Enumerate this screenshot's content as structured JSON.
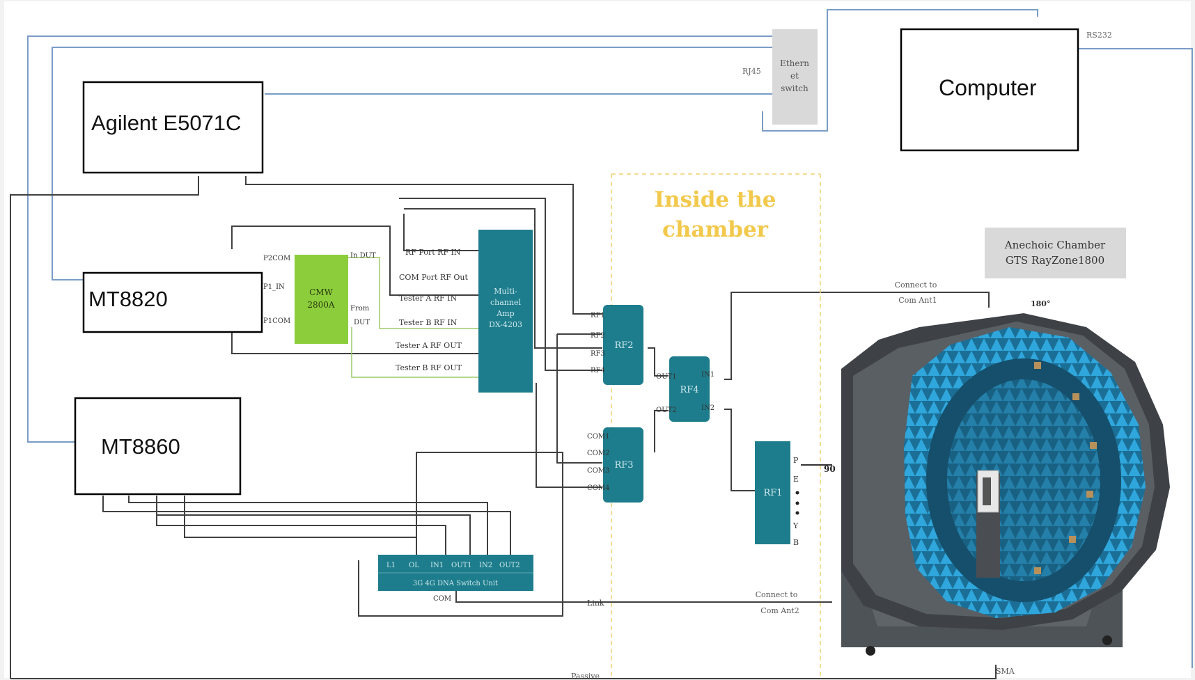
{
  "devices": {
    "agilent": "Agilent E5071C",
    "computer": "Computer",
    "mt8820": "MT8820",
    "mt8860": "MT8860"
  },
  "ethernet_switch": {
    "line1": "Ethern",
    "line2": "et",
    "line3": "switch"
  },
  "port_labels": {
    "rj45": "RJ45",
    "rs232": "RS232",
    "sma": "SMA",
    "passive": "Passive"
  },
  "cmw": {
    "line1": "CMW",
    "line2": "2800A",
    "left_ports": [
      "P2COM",
      "P1_IN",
      "P1COM"
    ],
    "right_ports": [
      "In DUT",
      "From",
      "DUT"
    ]
  },
  "amp": {
    "title": [
      "Multi-",
      "channel",
      "Amp",
      "DX-4203"
    ],
    "ports": [
      "RF Port RF IN",
      "COM Port RF Out",
      "Tester A RF IN",
      "Tester B RF IN",
      "Tester A RF OUT",
      "Tester B RF OUT"
    ]
  },
  "chamber_title": {
    "line1": "Inside  the",
    "line2": "chamber"
  },
  "chamber_badge": {
    "line1": "Anechoic Chamber",
    "line2": "GTS RayZone1800"
  },
  "rf_units": {
    "rf2": {
      "name": "RF2",
      "ports": [
        "RF1",
        "RF2",
        "RF3",
        "RF4"
      ]
    },
    "rf3": {
      "name": "RF3",
      "ports": [
        "COM1",
        "COM2",
        "COM3",
        "COM4"
      ]
    },
    "rf4": {
      "name": "RF4",
      "left_ports": [
        "OUT1",
        "OUT2"
      ],
      "right_ports": [
        "IN1",
        "IN2"
      ]
    },
    "rf1": {
      "name": "RF1",
      "ports": [
        "P",
        "E",
        "Y",
        "B"
      ],
      "side_label": "90"
    }
  },
  "switch_unit": {
    "ports_row": [
      "L1",
      "OL",
      "IN1",
      "OUT1",
      "IN2",
      "OUT2"
    ],
    "name": "3G 4G DNA Switch Unit",
    "com": "COM"
  },
  "link_label": "Link",
  "connect_1": {
    "line1": "Connect to",
    "line2": "Com Ant1"
  },
  "connect_2": {
    "line1": "Connect to",
    "line2": "Com Ant2"
  },
  "angle_label": "180°",
  "colors": {
    "teal": "#1e7d8c",
    "green": "#8ccd3c",
    "blue_line": "#7a9cc6",
    "dark_line": "#404040",
    "chamber_blue": "#2b9ed4",
    "chamber_gray": "#555a5f",
    "dashed": "#f0d070",
    "title_yellow": "#f2c94c"
  }
}
